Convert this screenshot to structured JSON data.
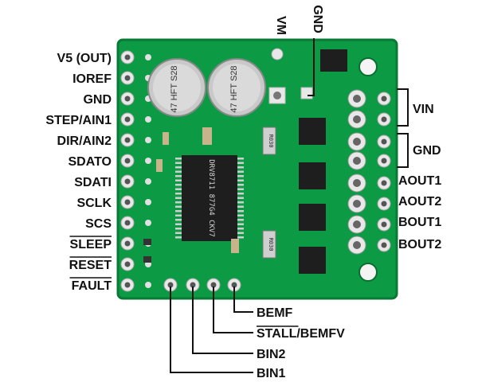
{
  "image": {
    "subject": "Pololu DRV8711 stepper motor driver board pinout",
    "colors": {
      "pcb": "#0c9a45",
      "pcb_dark": "#087a36",
      "pad": "#e8e8e8",
      "chip": "#1e1e1e",
      "label": "#111111"
    }
  },
  "left_pins": [
    {
      "label": "V5 (OUT)",
      "overline": false
    },
    {
      "label": "IOREF",
      "overline": false
    },
    {
      "label": "GND",
      "overline": false
    },
    {
      "label": "STEP/AIN1",
      "overline": false
    },
    {
      "label": "DIR/AIN2",
      "overline": false
    },
    {
      "label": "SDATO",
      "overline": false
    },
    {
      "label": "SDATI",
      "overline": false
    },
    {
      "label": "SCLK",
      "overline": false
    },
    {
      "label": "SCS",
      "overline": false
    },
    {
      "label": "SLEEP",
      "overline": true
    },
    {
      "label": "RESET",
      "overline": true
    },
    {
      "label": "FAULT",
      "overline": true
    }
  ],
  "right_pins": [
    {
      "label": "VIN",
      "group": "bracket"
    },
    {
      "label": "GND",
      "group": "bracket"
    },
    {
      "label": "AOUT1"
    },
    {
      "label": "AOUT2"
    },
    {
      "label": "BOUT1"
    },
    {
      "label": "BOUT2"
    }
  ],
  "top_pins": {
    "vm": "VM",
    "gnd": "GND"
  },
  "bottom_pins": [
    {
      "label": "BEMF",
      "overline": false
    },
    {
      "label": "STALL/BEMFV",
      "overline": true
    },
    {
      "label": "BIN2",
      "overline": false
    },
    {
      "label": "BIN1",
      "overline": false
    }
  ],
  "components": {
    "capacitor_1": "47 HFT S28",
    "capacitor_2": "47 HFT S28",
    "ic_marking": "DRV8711 877G4 CKV7",
    "resistor_1": "R030",
    "resistor_2": "R030"
  }
}
